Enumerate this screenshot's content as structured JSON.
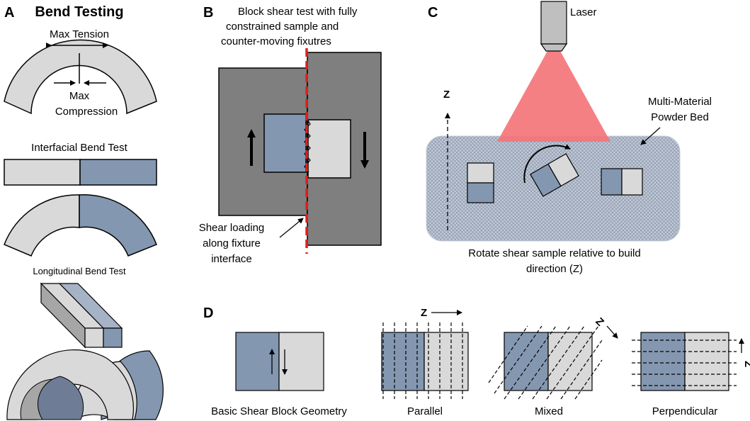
{
  "panel_a": {
    "letter": "A",
    "title": "Bend Testing",
    "max_tension": "Max Tension",
    "max_compression_line1": "Max",
    "max_compression_line2": "Compression",
    "interfacial_title": "Interfacial Bend Test",
    "longitudinal_title": "Longitudinal Bend Test"
  },
  "panel_b": {
    "letter": "B",
    "caption_line1": "Block shear test with fully",
    "caption_line2": "constrained sample and",
    "caption_line3": "counter-moving fixutres",
    "note_line1": "Shear loading",
    "note_line2": "along fixture",
    "note_line3": "interface"
  },
  "panel_c": {
    "letter": "C",
    "laser_label": "Laser",
    "axis_label": "Z",
    "bed_line1": "Multi-Material",
    "bed_line2": "Powder Bed",
    "caption_line1": "Rotate shear sample relative to build",
    "caption_line2": "direction (Z)"
  },
  "panel_d": {
    "letter": "D",
    "basic_caption": "Basic Shear Block Geometry",
    "parallel_caption": "Parallel",
    "mixed_caption": "Mixed",
    "perpendicular_caption": "Perpendicular",
    "parallel_z": "Z",
    "mixed_z": "Z",
    "perpendicular_z": "Z"
  },
  "colors": {
    "blue_material": "#8497B0",
    "gray_material": "#D9D9D9",
    "fixture_gray": "#7F7F7F",
    "laser_red": "#F4757A",
    "dashed_red": "#E0201B"
  }
}
